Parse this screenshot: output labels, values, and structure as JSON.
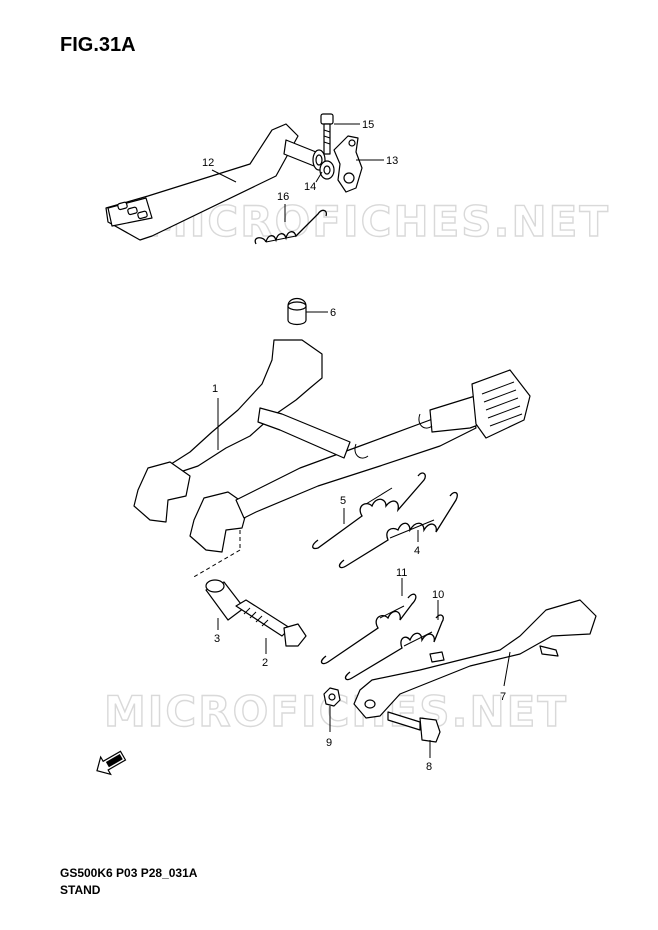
{
  "header": {
    "figure_title": "FIG.31A"
  },
  "footer": {
    "model_code": "GS500K6 P03 P28_031A",
    "section_name": "STAND"
  },
  "watermark": {
    "text": "MICROFICHES.NET",
    "color": "#d9d9d9"
  },
  "callouts": {
    "c1": "1",
    "c2": "2",
    "c3": "3",
    "c4": "4",
    "c5": "5",
    "c6": "6",
    "c7": "7",
    "c8": "8",
    "c9": "9",
    "c10": "10",
    "c11": "11",
    "c12": "12",
    "c13": "13",
    "c14": "14",
    "c15": "15",
    "c16": "16"
  },
  "icons": {
    "direction_badge": "fwd-arrow-icon"
  }
}
